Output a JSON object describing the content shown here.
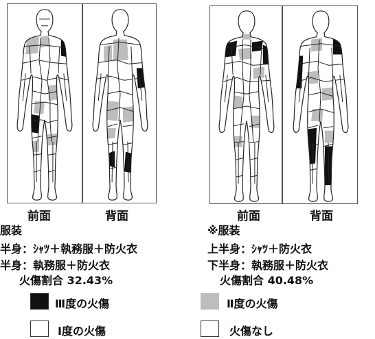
{
  "left": {
    "label_front": "前面",
    "label_back": "背面",
    "heading": "服装",
    "upper": "半身：ｼｬﾂ＋執務服＋防火衣",
    "lower": "半身：執務服＋防火衣",
    "burn_ratio": "火傷割合 32.43%"
  },
  "right": {
    "label_front": "前面",
    "label_back": "背面",
    "heading": "※服装",
    "upper": "上半身：ｼｬﾂ＋防火衣",
    "lower": "下半身：執務服＋防火衣",
    "burn_ratio": "火傷割合 40.48%"
  },
  "legend": {
    "third_degree": "Ⅲ度の火傷",
    "second_degree": "Ⅱ度の火傷",
    "first_degree": "Ⅰ度の火傷",
    "no_burn": "火傷なし"
  },
  "colors": {
    "third_degree": "#111111",
    "second_degree": "#bdbdbd",
    "first_degree": "#ffffff",
    "no_burn": "#ffffff"
  }
}
